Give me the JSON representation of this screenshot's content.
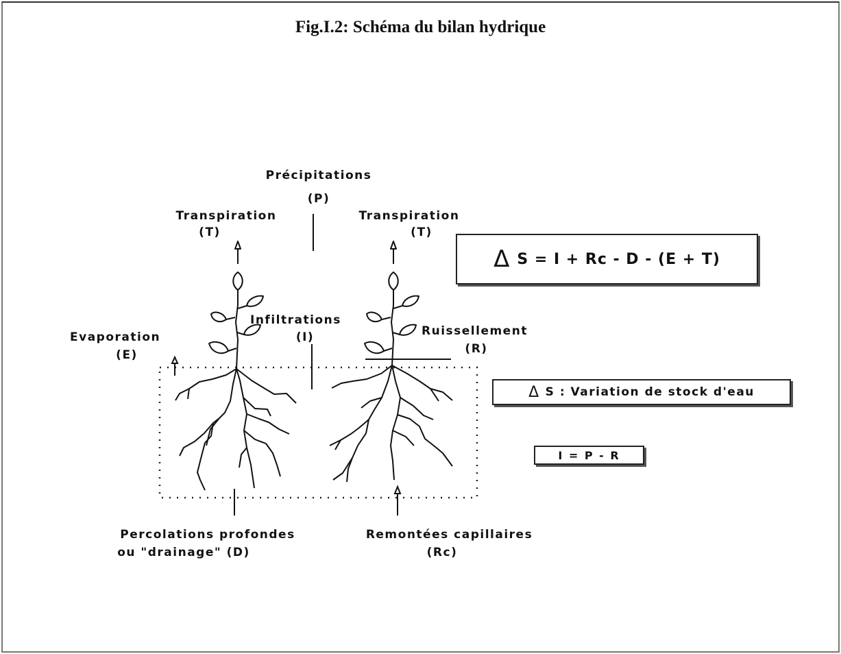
{
  "figure": {
    "title": "Fig.I.2: Schéma du bilan hydrique",
    "labels": {
      "precipitations": "Précipitations",
      "precipitations_sym": "(P)",
      "transpiration_left": "Transpiration",
      "transpiration_left_sym": "(T)",
      "transpiration_right": "Transpiration",
      "transpiration_right_sym": "(T)",
      "infiltrations": "Infiltrations",
      "infiltrations_sym": "(I)",
      "evaporation": "Evaporation",
      "evaporation_sym": "(E)",
      "ruissellement": "Ruissellement",
      "ruissellement_sym": "(R)",
      "percolations_line1": "Percolations profondes",
      "percolations_line2": "ou \"drainage\" (D)",
      "remontees": "Remontées capillaires",
      "remontees_sym": "(Rc)"
    },
    "formula_main": "S = I + Rc - D - (E + T)",
    "formula_delta_def": "S : Variation de stock d'eau",
    "formula_infiltration": "I = P - R",
    "delta_symbol": "Δ"
  }
}
